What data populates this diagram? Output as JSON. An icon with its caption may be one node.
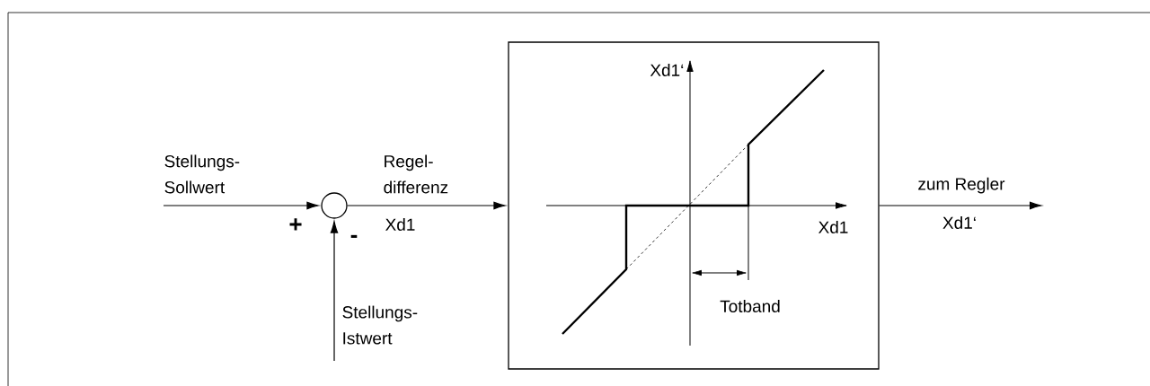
{
  "diagram": {
    "nodes": [
      {
        "text": [],
        "shape": "circle"
      },
      {
        "text": [],
        "shape": "box"
      }
    ],
    "edges": [
      {
        "from": null,
        "to": 0,
        "arrow": "to",
        "label": "Stellungs- Sollwert"
      },
      {
        "from": null,
        "to": 0,
        "arrow": "to",
        "label": "Stellungs- Istwert"
      },
      {
        "from": 0,
        "to": 1,
        "arrow": "to",
        "label": "Regel- differenz"
      },
      {
        "from": 1,
        "to": null,
        "arrow": "to",
        "label": "zum Regler"
      }
    ],
    "labels": [
      "+",
      "-",
      "Xd1",
      "Xd1‘",
      "Xd1",
      "Totband",
      "Xd1‘"
    ]
  }
}
